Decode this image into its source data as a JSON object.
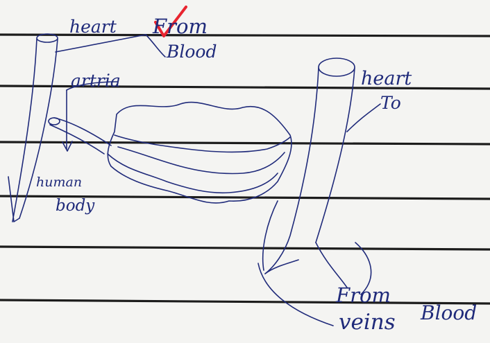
{
  "labels": {
    "heart_top_left": "heart",
    "from_top": "From",
    "blood_top": "Blood",
    "artria": "artria",
    "human": "human",
    "body": "body",
    "heart_right": "heart",
    "to_right": "To",
    "from_bottom": "From",
    "veins": "veins",
    "blood_bottom": "Blood"
  },
  "colors": {
    "paper": "#f4f4f2",
    "rule_line": "#1c1c1c",
    "ink": "#1f2a7a",
    "check_mark": "#e8242f"
  },
  "icons": {
    "check": "check-mark-icon"
  }
}
